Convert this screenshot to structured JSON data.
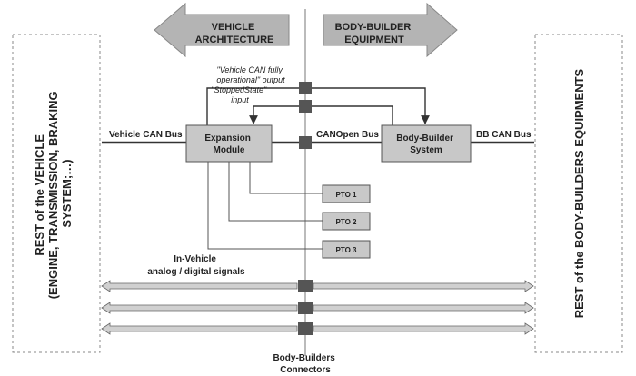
{
  "left_panel": {
    "line1": "REST of the VEHICLE",
    "line2": "(ENGINE, TRANSMISSION, BRAKING",
    "line3": "SYSTEM;…)"
  },
  "right_panel": {
    "text": "REST of the BODY-BUILDERS EQUIPMENTS"
  },
  "arrows": {
    "vehicle_architecture": {
      "line1": "VEHICLE",
      "line2": "ARCHITECTURE"
    },
    "body_builder_equipment": {
      "line1": "BODY-BUILDER",
      "line2": "EQUIPMENT"
    }
  },
  "buses": {
    "vehicle_can": "Vehicle CAN Bus",
    "canopen": "CANOpen Bus",
    "bb_can": "BB CAN Bus"
  },
  "boxes": {
    "expansion_module": {
      "line1": "Expansion",
      "line2": "Module"
    },
    "body_builder_system": {
      "line1": "Body-Builder",
      "line2": "System"
    },
    "pto1": "PTO 1",
    "pto2": "PTO 2",
    "pto3": "PTO 3"
  },
  "signals": {
    "can_output": {
      "line1": "\"Vehicle CAN fully",
      "line2": "operational\" output"
    },
    "stopped_state": {
      "line1": "\"StoppedState\"",
      "line2": "input"
    }
  },
  "in_vehicle": {
    "line1": "In-Vehicle",
    "line2": "analog / digital signals"
  },
  "connectors_label": {
    "line1": "Body-Builders",
    "line2": "Connectors"
  },
  "colors": {
    "box_fill": "#c8c8c8",
    "line": "#333333",
    "arrow_fill": "#b4b4b4",
    "connector": "#555555"
  }
}
